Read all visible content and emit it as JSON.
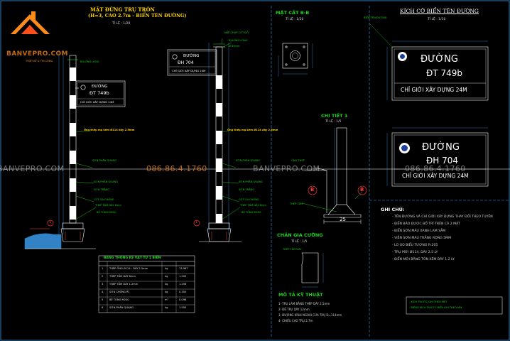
{
  "logo": {
    "brand": "BANVEPRO.COM",
    "tagline": "THIẾT KẾ & THI CÔNG"
  },
  "watermarks": {
    "brand": "BANVEPRO.COM",
    "phone": "086.86.4.1760"
  },
  "elevation": {
    "title_line1": "MẶT ĐỨNG TRỤ TRÒN",
    "title_line2": "(H=3, CAO 2.7m - BIỂN TÊN ĐƯỜNG)",
    "scale": "TỈ LỆ : 1/20"
  },
  "sign_a": {
    "word": "ĐƯỜNG",
    "code": "ĐT 749b",
    "limit": "CHỈ GIỚI XÂY DỰNG 24M"
  },
  "sign_b": {
    "word": "ĐƯỜNG",
    "code": "ĐH 704",
    "limit": "CHỈ GIỚI XÂY DỰNG 24M"
  },
  "elevation_labels": [
    "BULÔNG LONG",
    "Ống thép mạ kẽm Ø114 dày 2.5mm",
    "SƠN PHẢN QUANG",
    "SƠN PHẢN QUANG",
    "SƠN TRẮNG",
    "CỘT GA CHỐNG",
    "THÉP TẤM DÀY 6mm",
    "BÊ TÔNG M200"
  ],
  "mid_labels": {
    "cap": "NẮP CHỤP CỐT ĐỖ",
    "bolt": "BULÔNG LONG",
    "size": "Ø 89mm"
  },
  "section_b": {
    "title": "MẶT CẮT B-B",
    "scale": "TỈ LỆ : 1/20"
  },
  "detail_1": {
    "title": "CHI TIẾT 1",
    "scale": "TỈ LỆ : 1/5",
    "dim": "25",
    "label_a": "ỐNG THÉP",
    "label_b": "THÉP TẤM"
  },
  "detail_foot": {
    "title": "CHÂN GIA CƯỜNG",
    "scale": "TỈ LỆ : 1/5",
    "label": "THÉP TẤM DÀY"
  },
  "sign_size": {
    "title": "KÍCH CỠ BIỂN TÊN ĐƯỜNG",
    "scale": "TỈ LỆ : 1/10",
    "dim_label": "BIỂN TÊN ĐƯỜNG"
  },
  "markers": {
    "b": "B",
    "one": "1"
  },
  "materials_table": {
    "title": "BẢNG THỐNG KÊ VẬT TƯ 1 BIỂN",
    "rows": [
      {
        "no": "1",
        "name": "THÉP ỐNG Ø114 - DÀY 2.5mm",
        "unit": "kg",
        "qty": "13.967"
      },
      {
        "no": "2",
        "name": "THÉP TẤM DÀY 6mm",
        "unit": "kg",
        "qty": "1.200"
      },
      {
        "no": "3",
        "name": "THÉP TẤM DÀY 1.2mm",
        "unit": "kg",
        "qty": "1.256"
      },
      {
        "no": "4",
        "name": "SƠN CHỐNG RỈ",
        "unit": "kg",
        "qty": "0.350"
      },
      {
        "no": "5",
        "name": "BÊ TÔNG M200",
        "unit": "m³",
        "qty": "0.096"
      },
      {
        "no": "6",
        "name": "SƠN PHẢN QUANG",
        "unit": "kg",
        "qty": "1.500"
      }
    ]
  },
  "tech": {
    "title": "MÔ TẢ KỸ THUẬT",
    "items": [
      "1- TRỤ LÀM BẰNG THÉP DÀY 2.5mm",
      "2- ĐẾ TRỤ DÀY 12mm",
      "3- ĐƯỜNG KÍNH NGOÀI CỦA TRỤ D=114mm",
      "4- CHIỀU CAO TRỤ 2.7m"
    ]
  },
  "notes": {
    "title": "GHI CHÚ:",
    "items": [
      "- TÊN ĐƯỜNG VÀ CHỈ GIỚI XÂY DỰNG THAY ĐỔI THEO TUYẾN",
      "- BIỂN BÁO ĐƯỢC BỐ TRÍ TRÊN CẢ 2 MẶT",
      "- BIỂN SƠN MÀU XANH LAM SẪM",
      "- VIỀN SƠN MÀU TRẮNG RỘNG 5MM",
      "- LO GO BIỂU TƯỢNG R-205",
      "- TRỤ MỚI Ø114, DÀY 2.5 LY",
      "- BIỂN MỚI BẰNG TÔN KẼM DÀY 1.2 LY"
    ],
    "footnote_a": "- KÍCH THƯỚC GHI THEO MÉT",
    "footnote_b": "- RIÊNG KÍCH THƯỚC BIỂN GHI THEO MM"
  }
}
